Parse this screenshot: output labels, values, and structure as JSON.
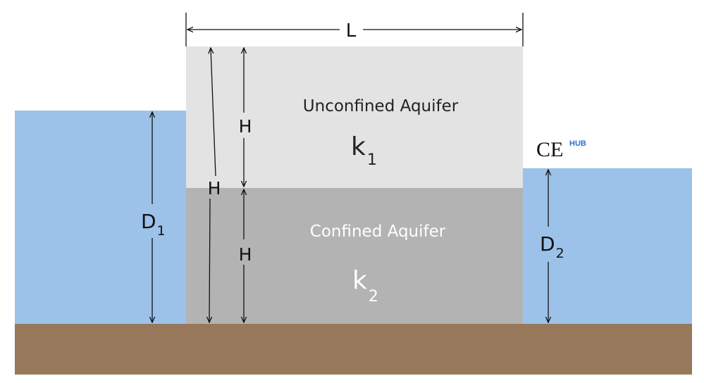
{
  "diagram": {
    "length_label": "L",
    "layers": [
      {
        "name": "Unconfined Aquifer",
        "k_base": "k",
        "k_sub": "1"
      },
      {
        "name": "Confined Aquifer",
        "k_base": "k",
        "k_sub": "2"
      }
    ],
    "layer_thickness_label": "H",
    "total_thickness_label": "H",
    "left_water": {
      "label_base": "D",
      "label_sub": "1"
    },
    "right_water": {
      "label_base": "D",
      "label_sub": "2"
    },
    "logo": {
      "main": "CE",
      "superscript": "HUB"
    },
    "colors": {
      "water": "#9cc2ea",
      "ground": "#98785a",
      "unconfined": "#e3e3e3",
      "confined": "#b3b3b3",
      "line": "#111111",
      "logo_main": "#111111",
      "logo_accent": "#2c6fd6"
    }
  }
}
